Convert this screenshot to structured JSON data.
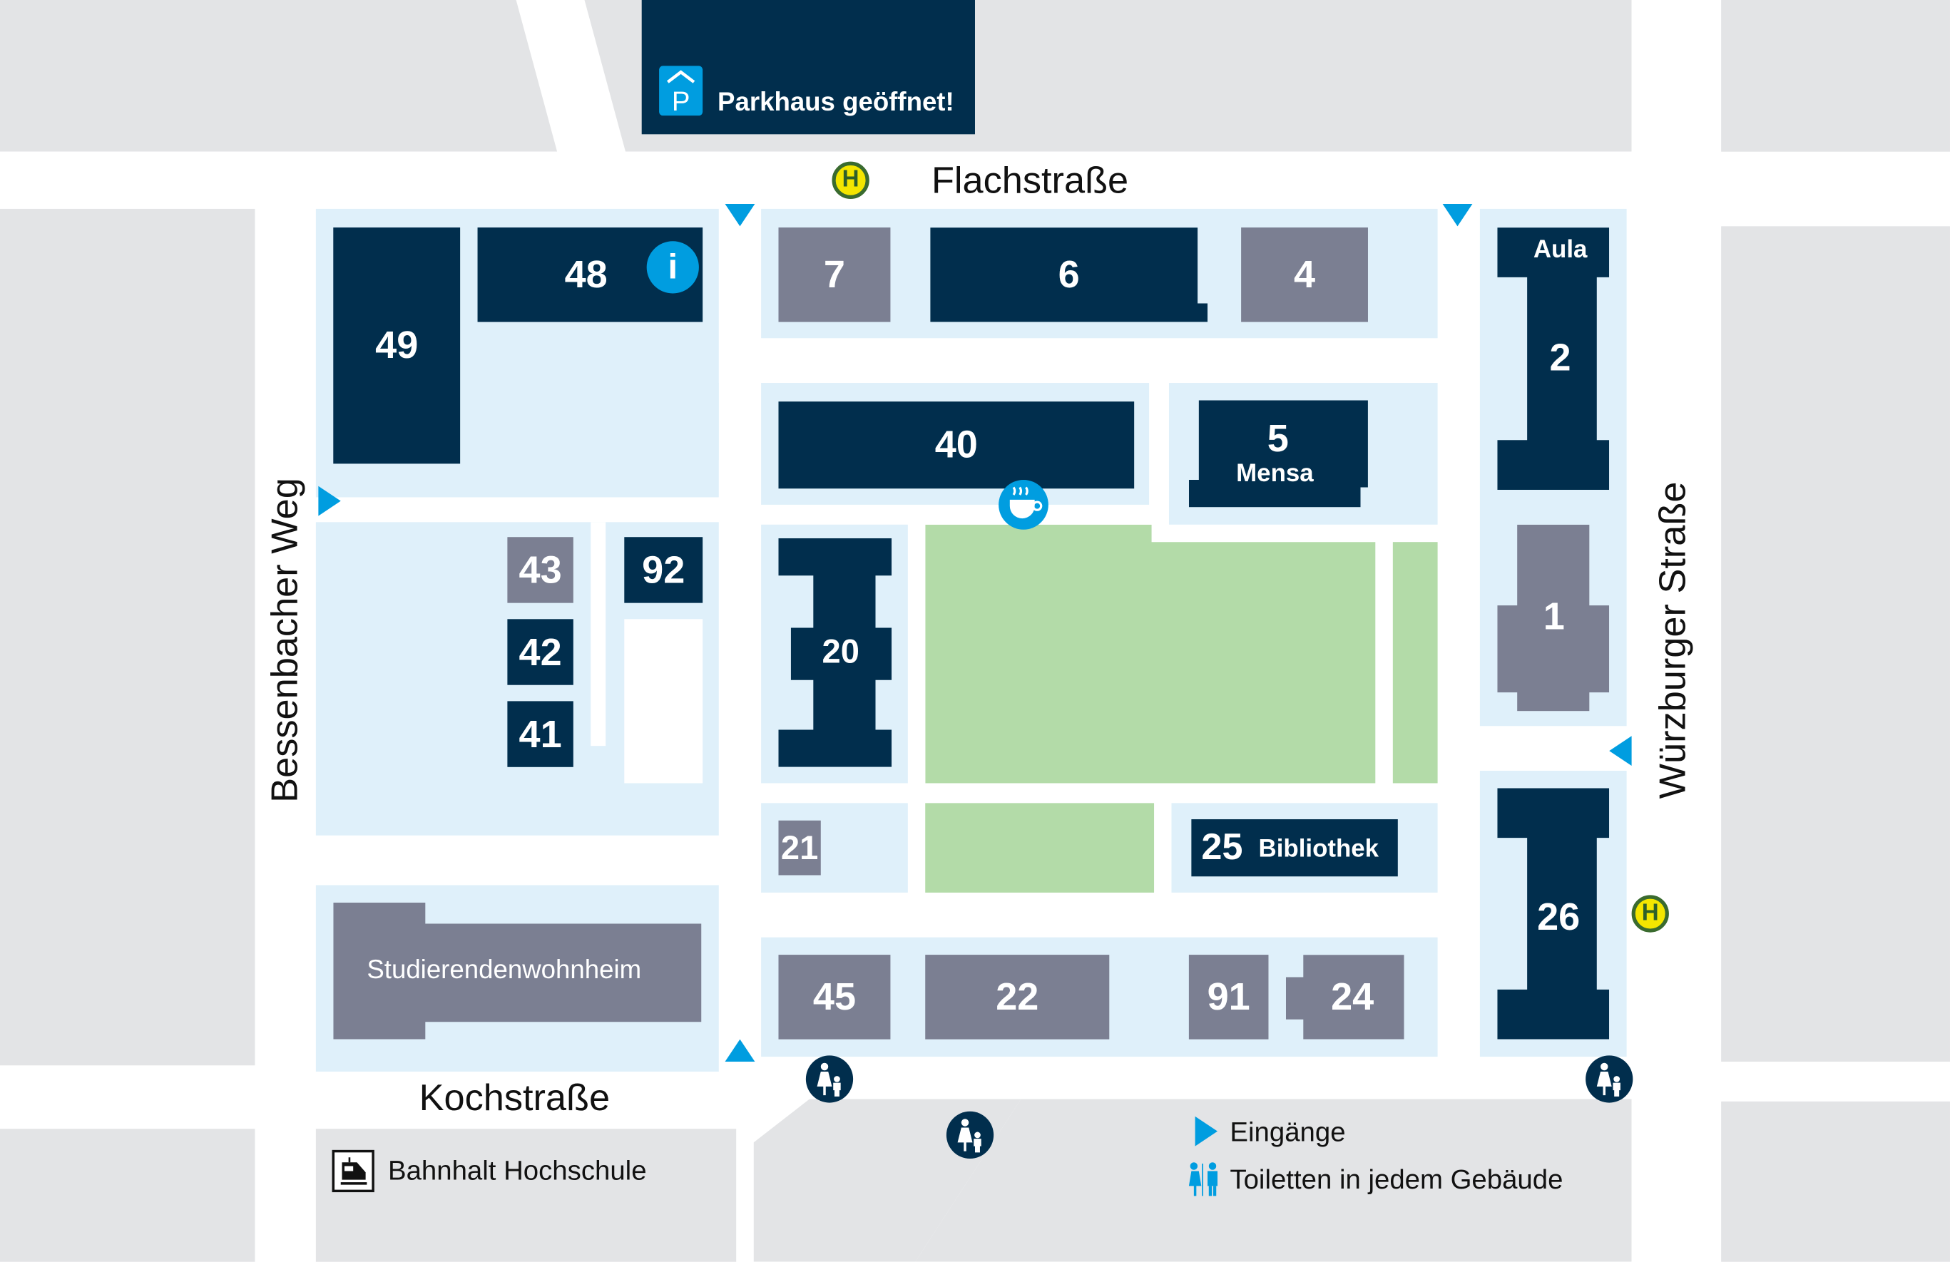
{
  "map": {
    "parking": {
      "label": "Parkhaus geöffnet!",
      "icon": "parking-garage-icon"
    },
    "streets": {
      "north": "Flachstraße",
      "south": "Kochstraße",
      "west": "Bessenbacher Weg",
      "east": "Würzburger Straße"
    },
    "buildings": {
      "b49": "49",
      "b48": "48",
      "b7": "7",
      "b6": "6",
      "b4": "4",
      "aula": "Aula",
      "b2": "2",
      "b40": "40",
      "b5": "5",
      "mensa": "Mensa",
      "b1": "1",
      "b43": "43",
      "b92": "92",
      "b42": "42",
      "b41": "41",
      "b20": "20",
      "b21": "21",
      "b25": "25",
      "bibliothek": "Bibliothek",
      "b26": "26",
      "wohnheim": "Studierendenwohnheim",
      "b45": "45",
      "b22": "22",
      "b91": "91",
      "b24": "24"
    },
    "icons": {
      "info": "i",
      "bus_stop": "H",
      "cafe": "coffee-cup-icon",
      "family": "mother-child-icon",
      "entrance": "entrance-triangle-icon"
    }
  },
  "legend": {
    "train_label": "Bahnhalt Hochschule",
    "entrances_label": "Eingänge",
    "toilets_label": "Toiletten in jedem Gebäude"
  },
  "colors": {
    "building_dark": "#012e4d",
    "building_gray": "#7b7f92",
    "campus_zone": "#dff0fa",
    "green_area": "#b3dba8",
    "accent_blue": "#009de0",
    "surrounding_block": "#e3e4e6",
    "bus_yellow": "#f4e600"
  }
}
